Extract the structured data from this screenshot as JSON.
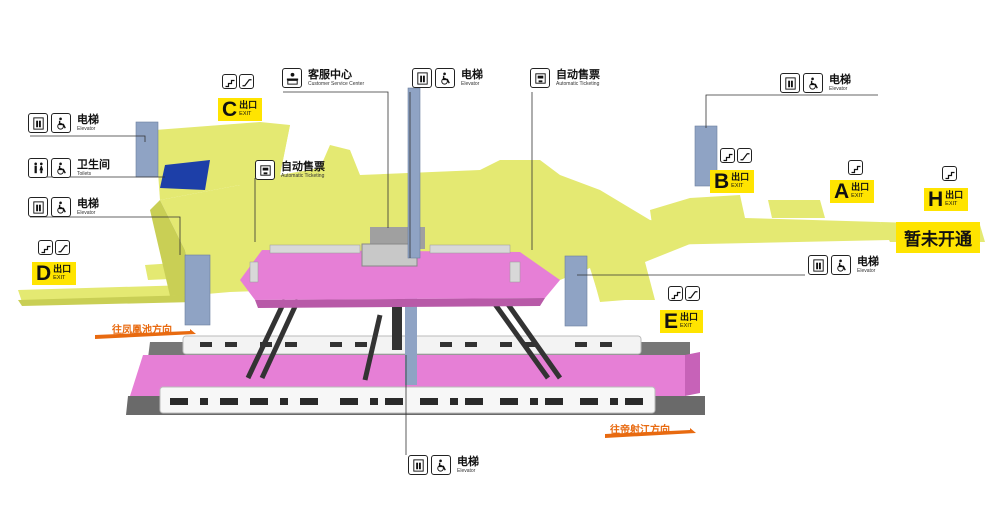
{
  "labels": {
    "elevator": {
      "zh": "电梯",
      "en": "Elevator"
    },
    "toilets": {
      "zh": "卫生间",
      "en": "Toilets"
    },
    "customer_service": {
      "zh": "客服中心",
      "en": "Customer Service Center"
    },
    "ticketing": {
      "zh": "自动售票",
      "en": "Automatic Ticketing"
    }
  },
  "exits": [
    {
      "letter": "A",
      "zh": "出口",
      "en": "EXIT"
    },
    {
      "letter": "B",
      "zh": "出口",
      "en": "EXIT"
    },
    {
      "letter": "C",
      "zh": "出口",
      "en": "EXIT"
    },
    {
      "letter": "D",
      "zh": "出口",
      "en": "EXIT"
    },
    {
      "letter": "E",
      "zh": "出口",
      "en": "EXIT"
    },
    {
      "letter": "H",
      "zh": "出口",
      "en": "EXIT"
    }
  ],
  "not_open": "暂未开通",
  "directions": {
    "left": "往凤凰池方向",
    "right": "往帝射江方向"
  },
  "colors": {
    "concourse": "#e4e972",
    "platform": "#e67fd6",
    "elevator_shaft": "#8fa3c4",
    "exit_sign": "#ffe400",
    "direction_arrow": "#e86a10"
  }
}
